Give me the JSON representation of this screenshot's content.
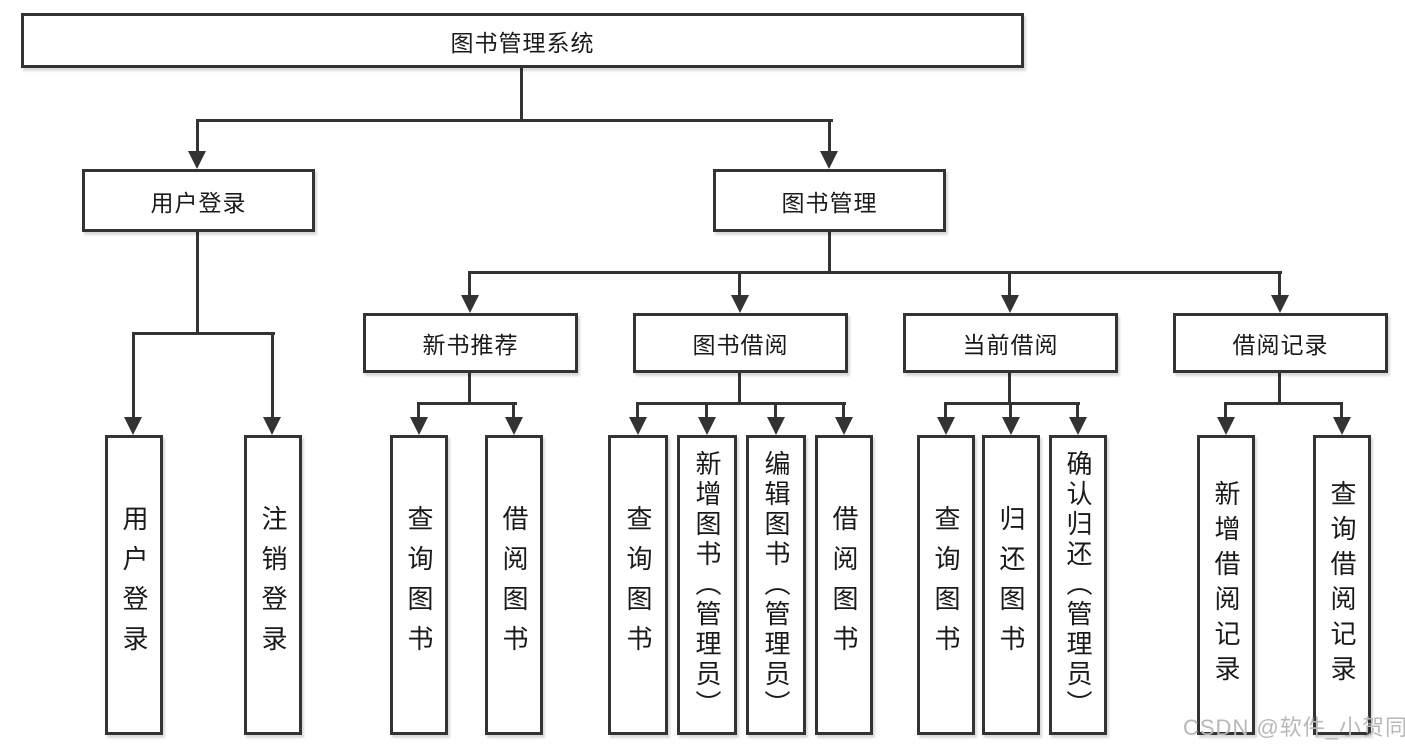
{
  "tree": {
    "root": "图书管理系统",
    "branches": [
      {
        "label": "用户登录",
        "children": [
          "用户登录",
          "注销登录"
        ]
      },
      {
        "label": "图书管理",
        "sections": [
          {
            "label": "新书推荐",
            "children": [
              "查询图书",
              "借阅图书"
            ]
          },
          {
            "label": "图书借阅",
            "children": [
              "查询图书",
              "新增图书（管理员）",
              "编辑图书（管理员）",
              "借阅图书"
            ]
          },
          {
            "label": "当前借阅",
            "children": [
              "查询图书",
              "归还图书",
              "确认归还（管理员）"
            ]
          },
          {
            "label": "借阅记录",
            "children": [
              "新增借阅记录",
              "查询借阅记录"
            ]
          }
        ]
      }
    ]
  },
  "watermark": {
    "text": "CSDN @软件_小贺同学",
    "color": "#b8b8b8"
  },
  "colors": {
    "line": "#333333",
    "text": "#1a1a1a",
    "background": "#ffffff"
  }
}
